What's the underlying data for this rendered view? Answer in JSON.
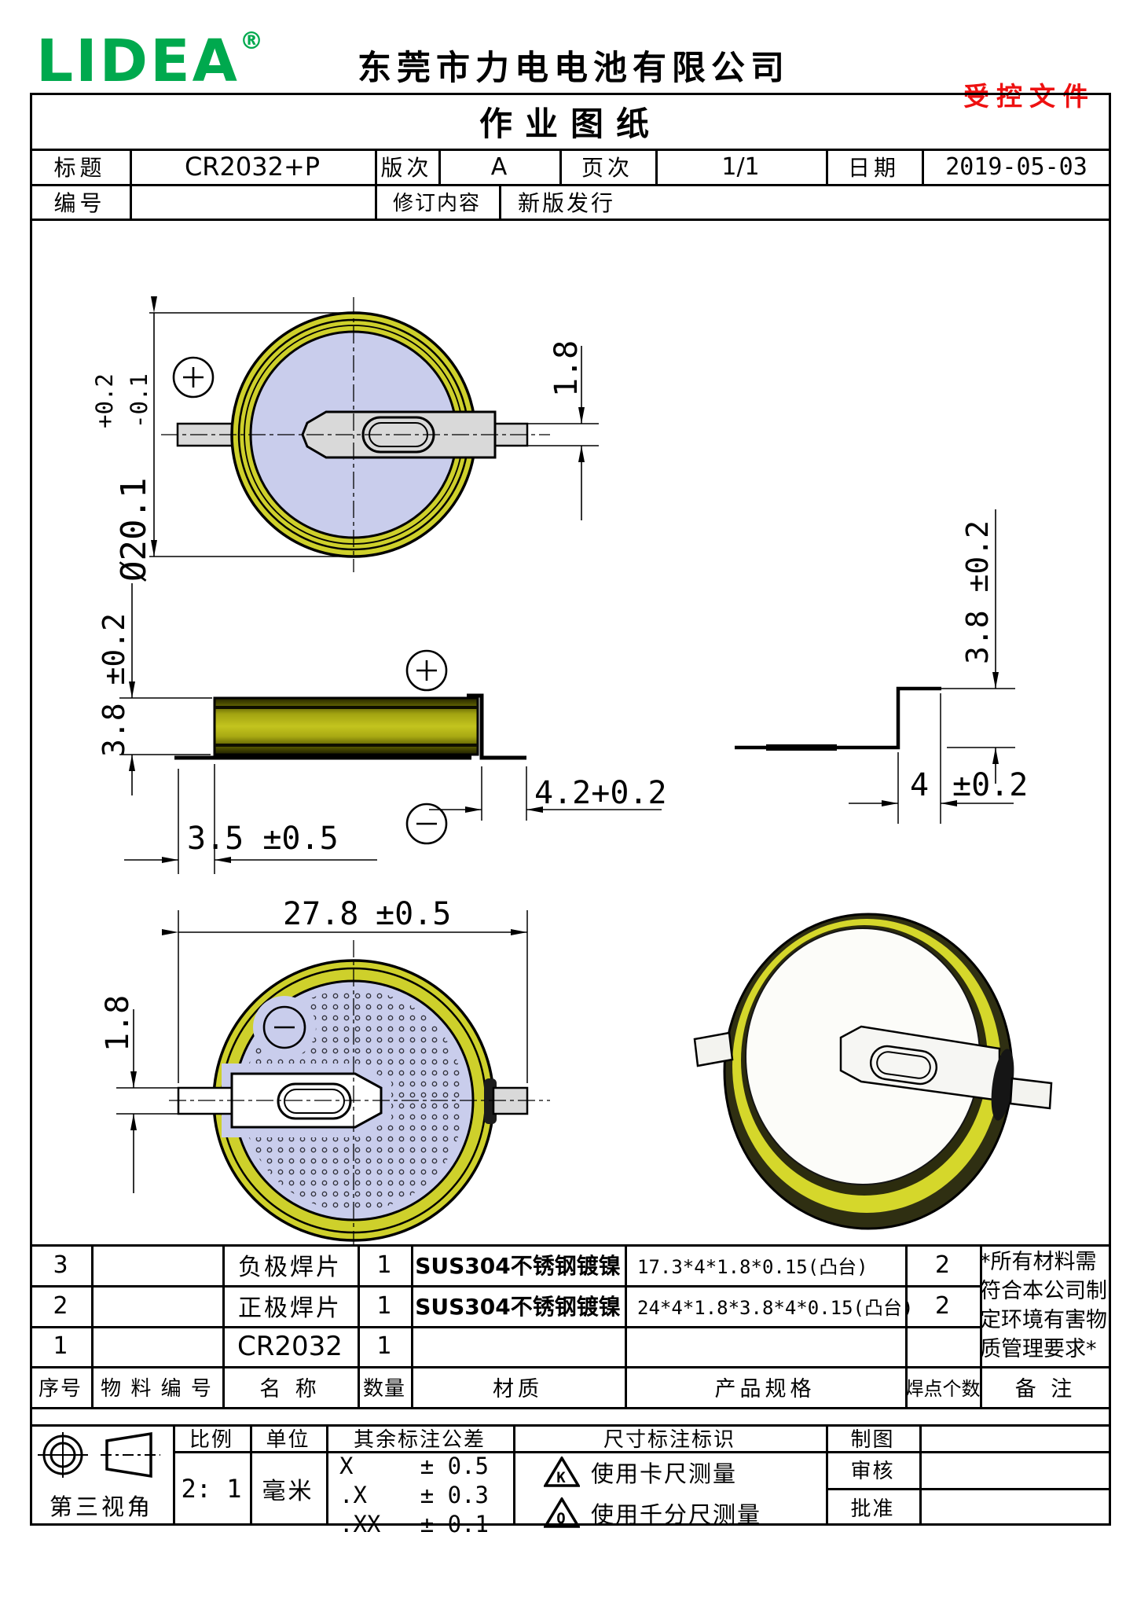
{
  "header": {
    "logo": "LIDEA",
    "registered": "®",
    "company": "东莞市力电电池有限公司",
    "controlled": "受控文件"
  },
  "title_block": {
    "sheet_title": "作业图纸",
    "title_label": "标题",
    "title_value": "CR2032+P",
    "rev_label": "版次",
    "rev_value": "A",
    "page_label": "页次",
    "page_value": "1/1",
    "date_label": "日期",
    "date_value": "2019-05-03",
    "no_label": "编号",
    "no_value": "",
    "revision_label": "修订内容",
    "revision_value": "新版发行"
  },
  "drawing": {
    "top_view": {
      "diameter": "Ø20.1",
      "tol_plus": "+0.2",
      "tol_minus": "-0.1",
      "tab_width": "1.8"
    },
    "side_view": {
      "height": "3.8 ±0.2",
      "left_offset": "3.5 ±0.5",
      "right_offset": "4.2+0.2"
    },
    "detail_view": {
      "height": "3.8 ±0.2",
      "width": "4",
      "width_tol": "±0.2"
    },
    "bottom_view": {
      "overall": "27.8",
      "overall_tol": "±0.5",
      "tab_width": "1.8"
    }
  },
  "bom": {
    "headers": {
      "no": "序号",
      "part_no": "物 料 编 号",
      "name": "名  称",
      "qty": "数量",
      "material": "材质",
      "spec": "产品规格",
      "solder": "焊点个数",
      "remark": "备  注"
    },
    "rows": [
      {
        "no": "3",
        "part_no": "",
        "name": "负极焊片",
        "qty": "1",
        "material": "SUS304不锈钢镀镍",
        "spec": "17.3*4*1.8*0.15(凸台)",
        "solder": "2"
      },
      {
        "no": "2",
        "part_no": "",
        "name": "正极焊片",
        "qty": "1",
        "material": "SUS304不锈钢镀镍",
        "spec": "24*4*1.8*3.8*4*0.15(凸台)",
        "solder": "2"
      },
      {
        "no": "1",
        "part_no": "",
        "name": "CR2032",
        "qty": "1",
        "material": "",
        "spec": "",
        "solder": ""
      }
    ],
    "remark": "*所有材料需符合本公司制定环境有害物质管理要求*"
  },
  "footer": {
    "projection": "第三视角",
    "scale_label": "比例",
    "scale_value": "2: 1",
    "unit_label": "单位",
    "unit_value": "毫米",
    "tol_header": "其余标注公差",
    "tolerances": [
      {
        "k": "X",
        "v": "± 0.5"
      },
      {
        "k": ".X",
        "v": "± 0.3"
      },
      {
        "k": ".XX",
        "v": "± 0.1"
      }
    ],
    "dim_header": "尺寸标注标识",
    "dim_marks": [
      {
        "symbol": "K",
        "text": "使用卡尺测量"
      },
      {
        "symbol": "Q",
        "text": "使用千分尺测量"
      }
    ],
    "roles": [
      {
        "label": "制图",
        "value": ""
      },
      {
        "label": "审核",
        "value": ""
      },
      {
        "label": "批准",
        "value": ""
      }
    ]
  },
  "colors": {
    "brand_green": "#00a94e",
    "controlled_red": "#ee1111",
    "battery_yellow": "#ced02b",
    "battery_face": "#c9cdec",
    "tab_gray": "#d9d9d9"
  }
}
